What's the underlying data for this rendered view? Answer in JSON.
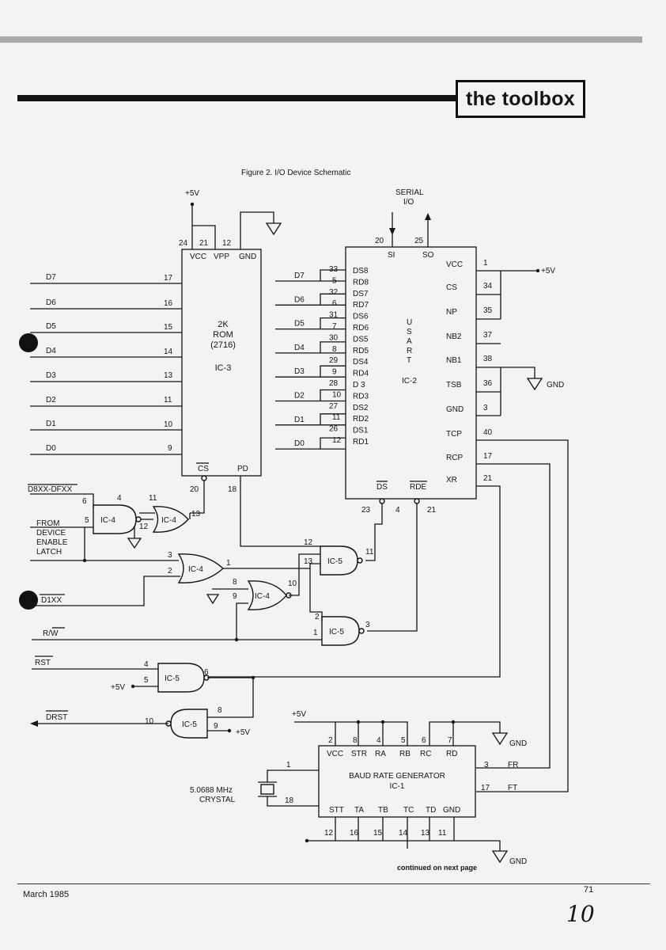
{
  "header": {
    "section_tag": "the toolbox"
  },
  "figure": {
    "caption": "Figure 2. I/O Device Schematic"
  },
  "footer": {
    "date": "March 1985",
    "page_number": "71",
    "continued": "continued on next page",
    "handwritten_mark": "10"
  },
  "schematic": {
    "power": "+5V",
    "ground": "GND",
    "serial_label": "SERIAL",
    "serial_sub": "I/O",
    "rom": {
      "line1": "2K",
      "line2": "ROM",
      "line3": "(2716)",
      "ref": "IC-3",
      "pin_labels": [
        "VCC",
        "VPP",
        "GND",
        "CS",
        "PD"
      ],
      "pins": [
        "24",
        "21",
        "12",
        "17",
        "16",
        "15",
        "14",
        "13",
        "11",
        "10",
        "9",
        "20",
        "18"
      ]
    },
    "usart": {
      "name_letters": [
        "U",
        "S",
        "A",
        "R",
        "T"
      ],
      "ref": "IC-2",
      "left_pins": [
        "DS8",
        "RD8",
        "DS7",
        "RD7",
        "DS6",
        "RD6",
        "DS5",
        "RD5",
        "DS4",
        "RD4",
        "D 3",
        "RD3",
        "DS2",
        "RD2",
        "DS1",
        "RD1"
      ],
      "left_nums": [
        "33",
        "5",
        "32",
        "6",
        "31",
        "7",
        "30",
        "8",
        "29",
        "9",
        "28",
        "10",
        "27",
        "11",
        "26",
        "12"
      ],
      "right_pins": [
        "VCC",
        "CS",
        "NP",
        "NB2",
        "NB1",
        "TSB",
        "GND",
        "TCP",
        "RCP",
        "XR"
      ],
      "right_nums": [
        "1",
        "34",
        "35",
        "37",
        "38",
        "36",
        "3",
        "40",
        "17",
        "21"
      ],
      "top": [
        "SI",
        "SO"
      ],
      "top_nums": [
        "20",
        "25"
      ],
      "bottom": [
        "DS",
        "RDE"
      ],
      "bottom_nums": [
        "23",
        "4",
        "21"
      ]
    },
    "data_lines": [
      "D7",
      "D6",
      "D5",
      "D4",
      "D3",
      "D2",
      "D1",
      "D0"
    ],
    "signals": {
      "d8xx": "D8XX-DFXX",
      "from1": "FROM",
      "from2": "DEVICE",
      "from3": "ENABLE",
      "from4": "LATCH",
      "d1xx": "D1XX",
      "rw": "R/W",
      "rst": "RST",
      "drst": "DRST"
    },
    "gates": [
      "IC-4",
      "IC-4",
      "IC-4",
      "IC-4",
      "IC-5",
      "IC-5",
      "IC-5",
      "IC-5"
    ],
    "brg": {
      "title": "BAUD RATE GENERATOR",
      "ref": "IC-1",
      "top_pins": [
        "VCC",
        "STR",
        "RA",
        "RB",
        "RC",
        "RD"
      ],
      "top_nums": [
        "2",
        "8",
        "4",
        "5",
        "6",
        "7"
      ],
      "bottom_pins": [
        "STT",
        "TA",
        "TB",
        "TC",
        "TD",
        "GND"
      ],
      "bottom_nums": [
        "12",
        "16",
        "15",
        "14",
        "13",
        "11"
      ],
      "side_nums": [
        "1",
        "18",
        "3",
        "17"
      ],
      "outputs": [
        "FR",
        "FT"
      ]
    },
    "crystal": {
      "freq": "5.0688 MHz",
      "label": "CRYSTAL"
    },
    "gate_pins": [
      "6",
      "5",
      "4",
      "11",
      "12",
      "13",
      "3",
      "2",
      "1",
      "8",
      "9",
      "10",
      "12",
      "13",
      "11",
      "2",
      "1",
      "3",
      "4",
      "5",
      "6",
      "8",
      "9",
      "10"
    ]
  }
}
